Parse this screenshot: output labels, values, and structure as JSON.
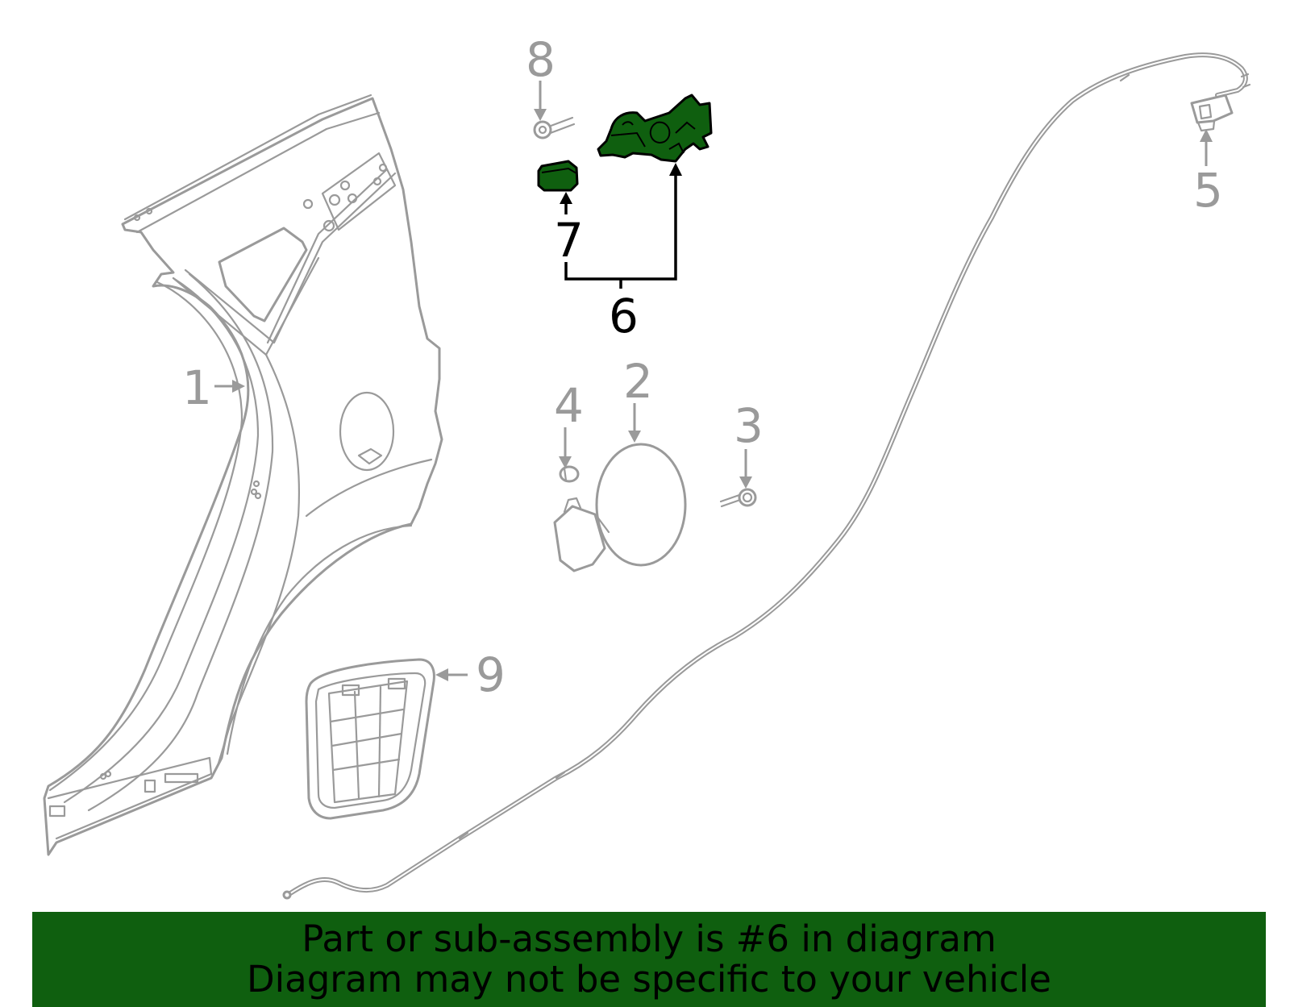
{
  "callouts": {
    "c1": "1",
    "c2": "2",
    "c3": "3",
    "c4": "4",
    "c5": "5",
    "c6": "6",
    "c7": "7",
    "c8": "8",
    "c9": "9"
  },
  "banner": {
    "line1": "Part or sub-assembly is #6 in diagram",
    "line2": "Diagram may not be specific to your vehicle"
  },
  "colors": {
    "highlight": "#0f5f0f",
    "part_outline": "#9a9a9a",
    "highlight_outline": "#000000",
    "background": "#ffffff"
  },
  "highlighted_part": "6"
}
